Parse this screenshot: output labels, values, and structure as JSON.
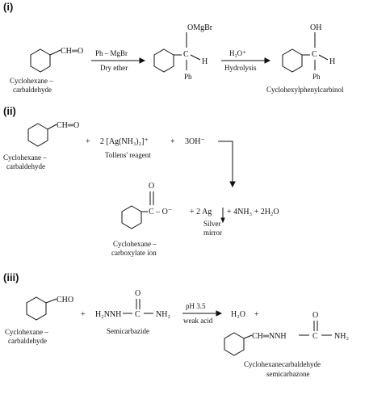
{
  "sections": [
    {
      "label": "(i)"
    },
    {
      "label": "(ii)"
    },
    {
      "label": "(iii)"
    }
  ],
  "r1": {
    "aldehyde_group": "CH═O",
    "aldehyde_name_1": "Cyclohexane –",
    "aldehyde_name_2": "carbaldehyde",
    "reagent_top": "Ph – MgBr",
    "reagent_bottom": "Dry ether",
    "intermediate_top": "OMgBr",
    "intermediate_c": "C",
    "intermediate_h": "H",
    "intermediate_ph": "Ph",
    "step2_top": "H₃O⁺",
    "step2_bottom": "Hydrolysis",
    "product_top": "OH",
    "product_c": "C",
    "product_h": "H",
    "product_ph": "Ph",
    "product_name": "Cyclohexylphenylcarbinol"
  },
  "r2": {
    "aldehyde_group": "CH═O",
    "aldehyde_name_1": "Cyclohexane –",
    "aldehyde_name_2": "carbaldehyde",
    "plus1": "+",
    "tollens": "2 [Ag(NH₃)₂]⁺",
    "plus2": "+",
    "hydroxide": "3OH⁻",
    "tollens_name": "Tollens' reagent",
    "carboxylate_o": "O",
    "carboxylate_group": "C – O⁻",
    "carboxylate_name_1": "Cyclohexane –",
    "carboxylate_name_2": "carboxylate ion",
    "silver": "+ 2 Ag",
    "byproducts": "+ 4NH₃ + 2H₂O",
    "silver_name_1": "Silver",
    "silver_name_2": "mirror"
  },
  "r3": {
    "aldehyde_group": "CHO",
    "aldehyde_name_1": "Cyclohexane –",
    "aldehyde_name_2": "carbaldehyde",
    "plus1": "+",
    "semicarbazide_left": "H₂NNH",
    "semicarbazide_c": "C",
    "semicarbazide_right": "NH₂",
    "semicarbazide_o": "O",
    "semicarbazide_name": "Semicarbazide",
    "cond_top": "pH 3.5",
    "cond_bottom": "weak acid",
    "water": "H₂O",
    "plus2": "+",
    "product_left": "CH═NNH",
    "product_c": "C",
    "product_right": "NH₂",
    "product_o": "O",
    "product_name_1": "Cyclohexanecarbaldehyde",
    "product_name_2": "semicarbazone"
  }
}
